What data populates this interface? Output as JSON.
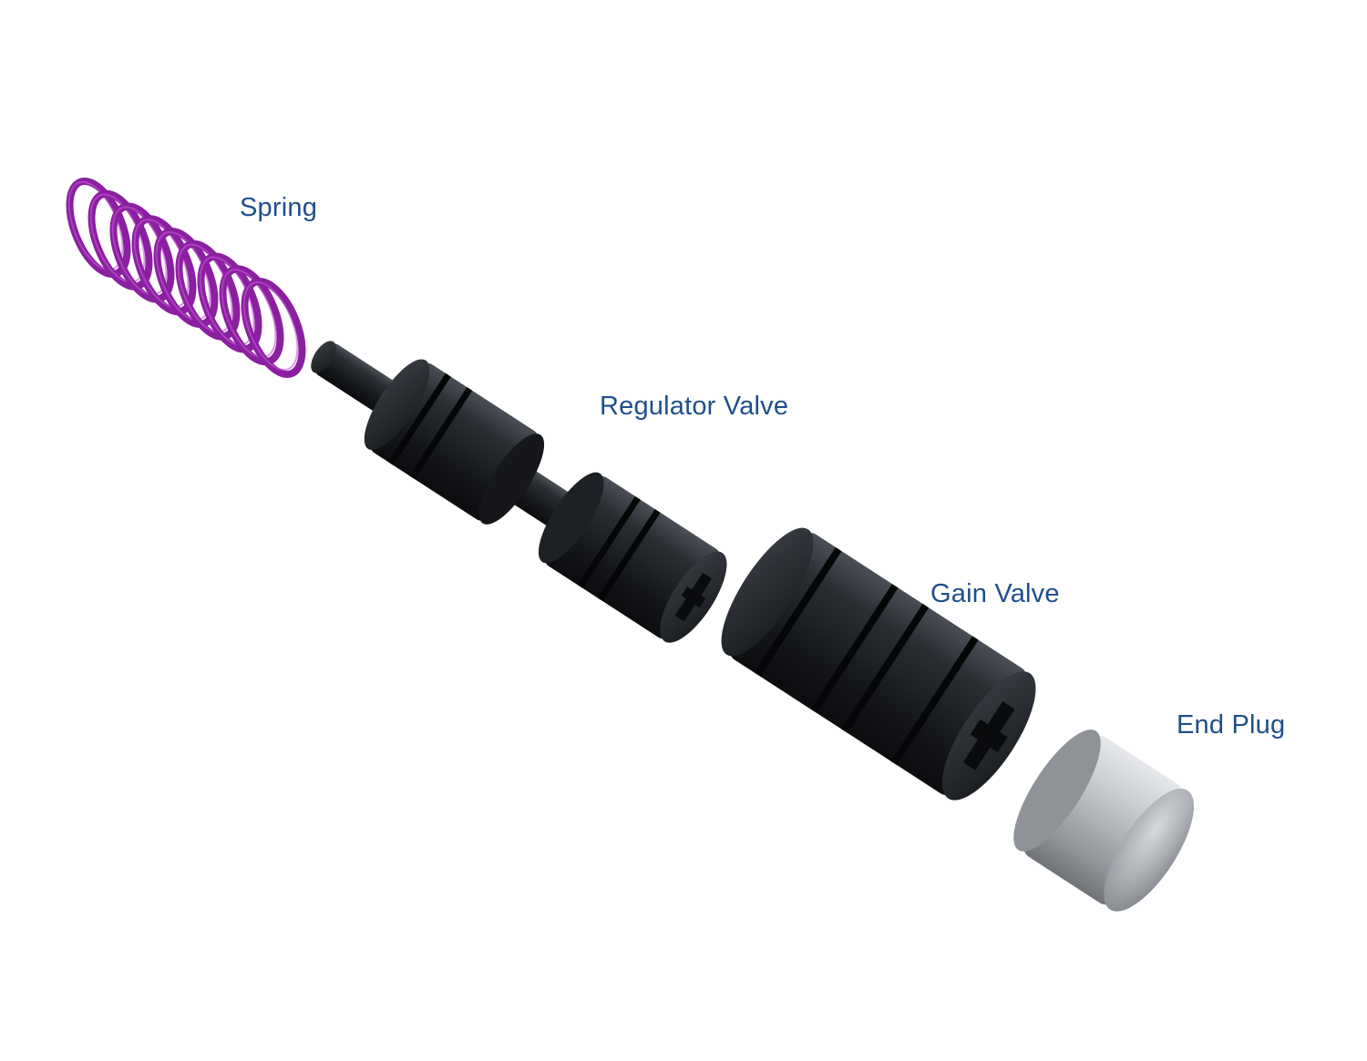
{
  "diagram": {
    "colors": {
      "label_text": "#1f4f8c",
      "spring": "#8a1fa0",
      "spring_highlight": "#c456d4",
      "valve_body": "#1b1e22",
      "valve_face": "#2a2e33",
      "end_plug": "#b7babf"
    },
    "parts": [
      {
        "id": "spring",
        "label": "Spring"
      },
      {
        "id": "regulator",
        "label": "Regulator Valve"
      },
      {
        "id": "gain",
        "label": "Gain Valve"
      },
      {
        "id": "end_plug",
        "label": "End Plug"
      }
    ]
  }
}
